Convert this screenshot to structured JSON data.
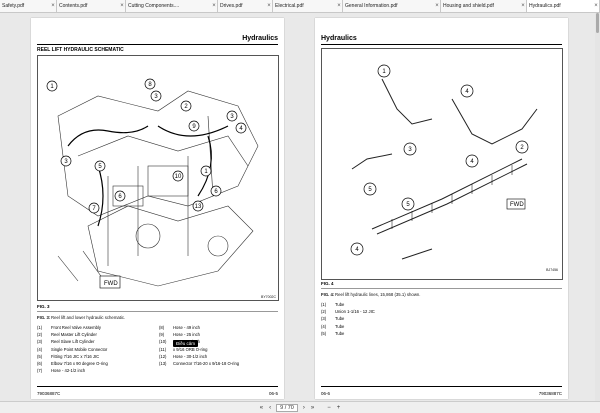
{
  "tabs": [
    {
      "label": "Safety.pdf",
      "active": false
    },
    {
      "label": "Contents.pdf",
      "active": false
    },
    {
      "label": "Cutting Components....",
      "active": false
    },
    {
      "label": "Drives.pdf",
      "active": false
    },
    {
      "label": "Electrical.pdf",
      "active": false
    },
    {
      "label": "General Information.pdf",
      "active": false
    },
    {
      "label": "Housing and shield.pdf",
      "active": false
    },
    {
      "label": "Hydraulics.pdf",
      "active": true
    }
  ],
  "left_page": {
    "section_title": "Hydraulics",
    "caption": "REEL LIFT HYDRAULIC SCHEMATIC",
    "fig_label": "FIG. 3",
    "fig_code": "BY7002C",
    "fig_desc_prefix": "FIG. 3:",
    "fig_desc": "Reel lift and lower hydraulic schematic.",
    "items_left": [
      {
        "num": "(1)",
        "text": "Front Reel Valve Assembly"
      },
      {
        "num": "(2)",
        "text": "Reel Master Lift Cylinder"
      },
      {
        "num": "(3)",
        "text": "Reel Slave Lift Cylinder"
      },
      {
        "num": "(4)",
        "text": "Single Point Mobile Connector"
      },
      {
        "num": "(5)",
        "text": "Fitting 7/16 JIC x 7/16 JIC"
      },
      {
        "num": "(6)",
        "text": "Elbow 7/16 x 90 degree O-ring"
      },
      {
        "num": "(7)",
        "text": "Hose - 42-1/2 inch"
      }
    ],
    "items_right": [
      {
        "num": "(8)",
        "text": "Hose - 49 inch"
      },
      {
        "num": "(9)",
        "text": "Hose - 25 inch"
      },
      {
        "num": "(10)",
        "text": "Hose - 25 inch"
      },
      {
        "num": "(11)",
        "text": "x 9/16 ORB O-ring"
      },
      {
        "num": "(12)",
        "text": "Hose - 30-1/2 inch"
      },
      {
        "num": "(13)",
        "text": "Connector 7/16-20 x 9/16-18 O-ring"
      }
    ],
    "tooltip": "Điều cảm",
    "footer_left": "79036887C",
    "footer_right": "06-5"
  },
  "right_page": {
    "section_title": "Hydraulics",
    "fig_label": "FIG. 4",
    "fig_code": "BJ7456",
    "fig_desc_prefix": "FIG. 4:",
    "fig_desc": "Reel lift hydraulic lines, 15,868 (35.1) shown.",
    "items": [
      {
        "num": "(1)",
        "text": "Tube"
      },
      {
        "num": "(2)",
        "text": "Union 1-1/16 - 12 JIC"
      },
      {
        "num": "(3)",
        "text": "Tube"
      },
      {
        "num": "(4)",
        "text": "Tube"
      },
      {
        "num": "(5)",
        "text": "Tube"
      }
    ],
    "footer_left": "06-6",
    "footer_right": "79036887C"
  },
  "toolbar": {
    "page_current": "9",
    "page_total": "/ 70",
    "prev": "‹",
    "next": "›",
    "first": "«",
    "last": "»",
    "zoom_out": "−",
    "zoom_in": "+"
  }
}
